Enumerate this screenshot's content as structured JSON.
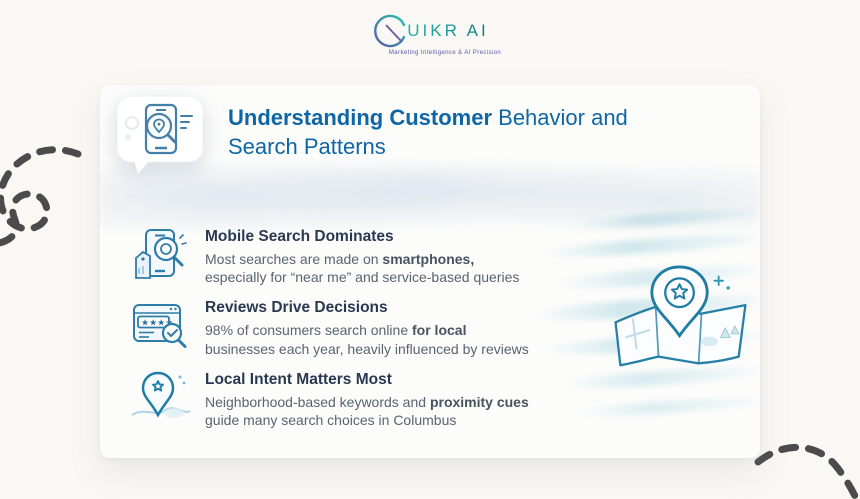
{
  "logo": {
    "text": "UIKR AI",
    "tagline": "Marketing Intelligence & AI Precision",
    "teal": "#1fb3a8",
    "purple": "#5a58a5"
  },
  "header": {
    "title_bold": "Understanding Customer",
    "title_rest": " Behavior and Search Patterns",
    "title_color": "#0e66a4"
  },
  "items": [
    {
      "icon": "mobile-search-icon",
      "title": "Mobile Search Dominates",
      "body_segments": [
        {
          "text": "Most searches are made on "
        },
        {
          "text": "smartphones,",
          "bold": true
        },
        {
          "text": "\nespecially for “near me” and service-based queries"
        }
      ]
    },
    {
      "icon": "reviews-browser-icon",
      "title": "Reviews Drive Decisions",
      "body_segments": [
        {
          "text": "98% of consumers search online "
        },
        {
          "text": "for local",
          "bold": true
        },
        {
          "text": "\nbusinesses each year, heavily influenced by reviews"
        }
      ]
    },
    {
      "icon": "local-pin-map-icon",
      "title": "Local Intent Matters Most",
      "body_segments": [
        {
          "text": "Neighborhood-based keywords and "
        },
        {
          "text": "proximity cues",
          "bold": true
        },
        {
          "text": "\nguide many search choices in Columbus"
        }
      ]
    }
  ],
  "icons": {
    "stars": "★★★★",
    "header_icon": "phone-search-bubble-icon",
    "illustration": "map-location-pin-illustration"
  },
  "colors": {
    "page_bg": "#faf8f4",
    "card_bg": "#fcfcfb",
    "icon_stroke": "#2e7ca8",
    "item_title": "#2b3950",
    "body_text": "#5a6370",
    "watercolor_teal": "#79c0cf",
    "dash_gray": "#4b4b4b"
  }
}
